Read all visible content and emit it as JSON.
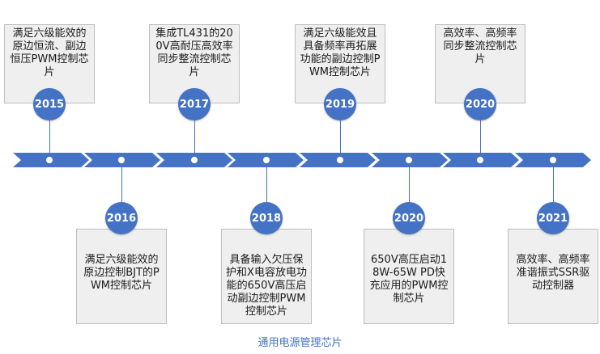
{
  "colors": {
    "timeline_blue": "#4472c4",
    "box_fill": "#efefef",
    "box_border": "#bdbdbd",
    "caption_text": "#4472c4"
  },
  "caption": "通用电源管理芯片",
  "events": [
    {
      "year": "2015",
      "position": "above",
      "text": "满足六级能效的原边恒流、副边恒压PWM控制芯片"
    },
    {
      "year": "2016",
      "position": "below",
      "text": "满足六级能效的原边控制BJT的PWM控制芯片"
    },
    {
      "year": "2017",
      "position": "above",
      "text": "集成TL431的200V高耐压高效率同步整流控制芯片"
    },
    {
      "year": "2018",
      "position": "below",
      "text": "具备输入欠压保护和X电容放电功能的650V高压启动副边控制PWM控制芯片"
    },
    {
      "year": "2019",
      "position": "above",
      "text": "满足六级能效且具备频率再拓展功能的副边控制PWM控制芯片"
    },
    {
      "year": "2020",
      "position": "below",
      "text": "650V高压启动18W-65W PD快充应用的PWM控制芯片"
    },
    {
      "year": "2020",
      "position": "above",
      "text": "高效率、高频率同步整流控制芯片"
    },
    {
      "year": "2021",
      "position": "below",
      "text": "高效率、高频率准谐振式SSR驱动控制器"
    }
  ]
}
